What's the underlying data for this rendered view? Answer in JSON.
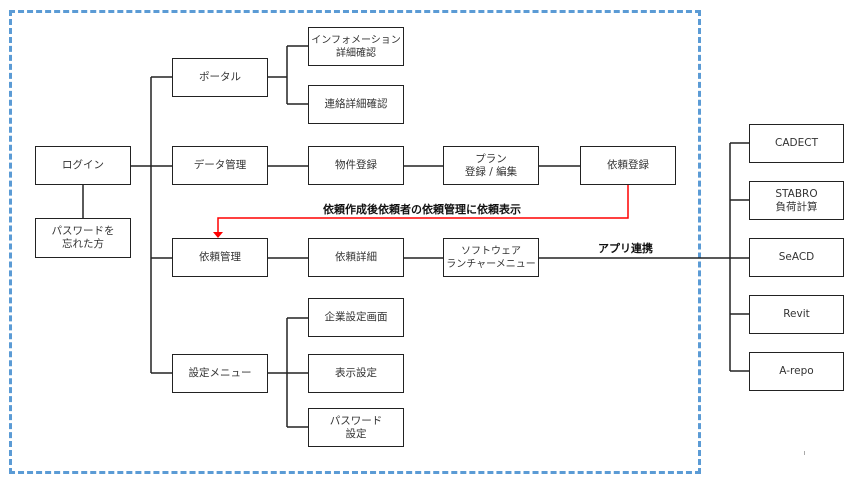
{
  "diagram": {
    "title": "Screen transition diagram",
    "colors": {
      "frame": "#5b9bd5",
      "line": "#222222",
      "arrow": "#ff0000",
      "text": "#333333"
    },
    "nodes": {
      "login": "ログイン",
      "forgot_password": "パスワードを\n忘れた方",
      "portal": "ポータル",
      "info_detail": "インフォメーション\n詳細確認",
      "contact_detail": "連絡詳細確認",
      "data_management": "データ管理",
      "property_register": "物件登録",
      "plan_edit": "プラン\n登録 / 編集",
      "request_register": "依頼登録",
      "request_management": "依頼管理",
      "request_detail": "依頼詳細",
      "software_launcher": "ソフトウェア\nランチャーメニュー",
      "settings_menu": "設定メニュー",
      "company_settings": "企業設定画面",
      "display_settings": "表示設定",
      "password_settings": "パスワード\n設定",
      "cadect": "CADECT",
      "stabro": "STABRO\n負荷計算",
      "seacd": "SeACD",
      "revit": "Revit",
      "arepo": "A-repo"
    },
    "labels": {
      "request_flow": "依頼作成後依頼者の依頼管理に依頼表示",
      "app_link": "アプリ連携"
    }
  }
}
